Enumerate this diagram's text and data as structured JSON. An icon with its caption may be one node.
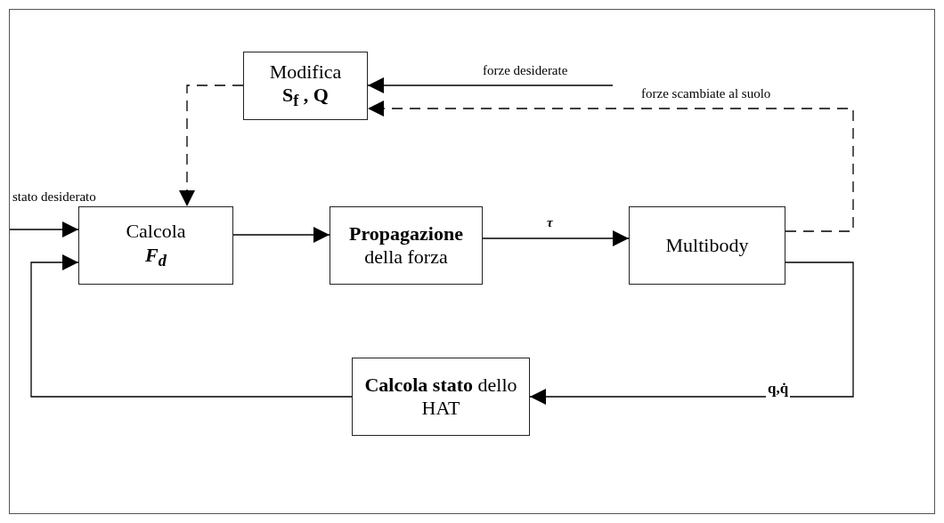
{
  "diagram": {
    "nodes": [
      {
        "text": [
          "Modifica",
          "S$_{f}$ ,  Q"
        ]
      },
      {
        "text": [
          "Calcola",
          "F$_{d}$"
        ]
      },
      {
        "text": [
          "**Propagazione** della forza"
        ]
      },
      {
        "text": [
          "Multibody"
        ]
      },
      {
        "text": [
          "**Calcola stato** dello HAT"
        ]
      }
    ],
    "edges": [
      {
        "from": null,
        "to": 0,
        "arrow": "to",
        "label": "forze desiderate"
      },
      {
        "from": 3,
        "to": 0,
        "arrow": "to",
        "label": "forze scambiate al suolo",
        "style": "dashed"
      },
      {
        "from": 0,
        "to": 1,
        "arrow": "to",
        "style": "dashed"
      },
      {
        "from": null,
        "to": 1,
        "arrow": "to",
        "label": "stato desiderato"
      },
      {
        "from": 1,
        "to": 2,
        "arrow": "to"
      },
      {
        "from": 2,
        "to": 3,
        "arrow": "to",
        "label": "τ"
      },
      {
        "from": 3,
        "to": 4,
        "arrow": "to",
        "label": "q,q̇"
      },
      {
        "from": 4,
        "to": 1,
        "arrow": "to"
      }
    ]
  }
}
